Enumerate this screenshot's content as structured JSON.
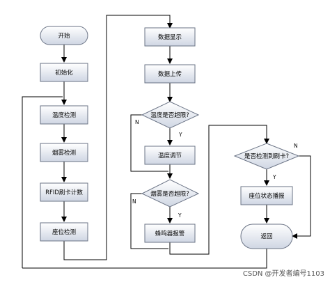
{
  "nodes": {
    "start": "开始",
    "init": "初始化",
    "temp_detect": "温度检测",
    "smoke_detect": "烟雾检测",
    "rfid_count": "RFID刷卡计数",
    "seat_detect": "座位检测",
    "data_display": "数据显示",
    "data_upload": "数据上传",
    "temp_over_limit": "温度是否超限?",
    "temp_adjust": "温度调节",
    "smoke_over_limit": "烟雾是否超限?",
    "buzzer_alarm": "蜂鸣器报警",
    "card_detected": "是否检测到刷卡?",
    "seat_status_report": "座位状态播报",
    "return": "返回"
  },
  "branches": {
    "yes": "Y",
    "no": "N"
  },
  "credit": "CSDN @开发者编号1103",
  "colors": {
    "box_fill_top": "#ffffff",
    "box_fill_bottom": "#cfd6e3",
    "box_stroke": "#6a7385",
    "line": "#000000"
  }
}
